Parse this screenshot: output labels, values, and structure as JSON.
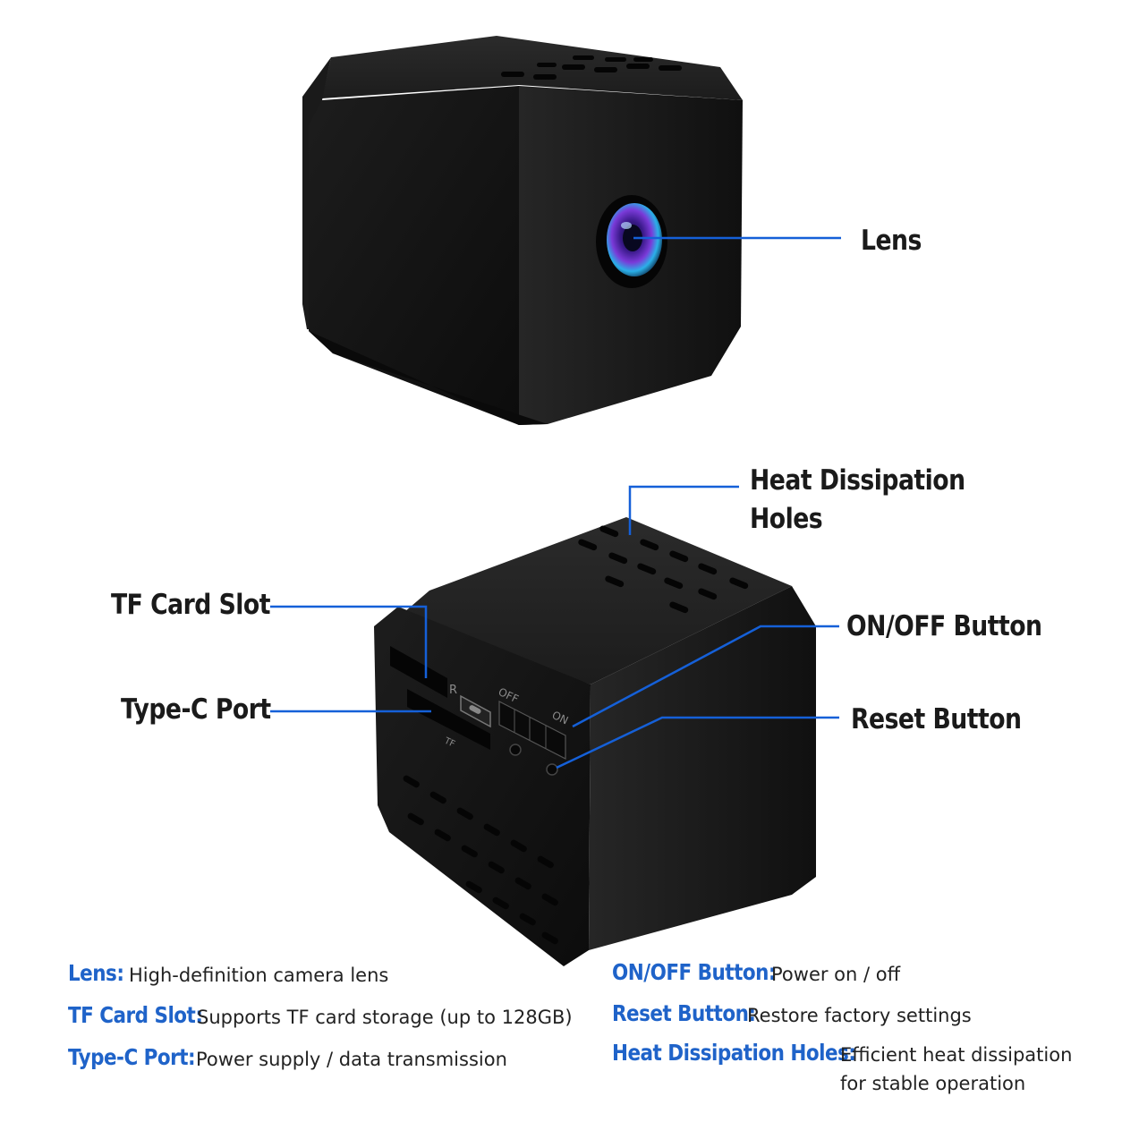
{
  "callouts": {
    "lens": "Lens",
    "heat_line1": "Heat Dissipation",
    "heat_line2": "Holes",
    "tf_card": "TF Card Slot",
    "type_c": "Type-C Port",
    "on_off": "ON/OFF Button",
    "reset": "Reset Button"
  },
  "device_labels": {
    "off": "OFF",
    "on": "ON",
    "r": "R",
    "tf": "TF"
  },
  "legend": {
    "lens_term": "Lens:",
    "lens_desc": "High-definition camera lens",
    "tf_term": "TF Card Slot:",
    "tf_desc": "Supports TF card storage (up to 128GB)",
    "typec_term": "Type-C Port:",
    "typec_desc": "Power supply / data transmission",
    "onoff_term": "ON/OFF Button:",
    "onoff_desc": "Power on / off",
    "reset_term": "Reset Button:",
    "reset_desc": "Restore factory settings",
    "heat_term": "Heat Dissipation Holes:",
    "heat_desc_line1": "Efficient heat dissipation",
    "heat_desc_line2": "for stable operation"
  },
  "colors": {
    "accent": "#1f63c9",
    "leader_line": "#1560d8",
    "device_body": "#141414",
    "background": "#ffffff"
  },
  "icons": [
    "camera-lens-icon",
    "vent-holes-icon",
    "tf-slot-icon",
    "usb-c-port-icon",
    "power-switch-icon",
    "reset-pin-icon"
  ]
}
